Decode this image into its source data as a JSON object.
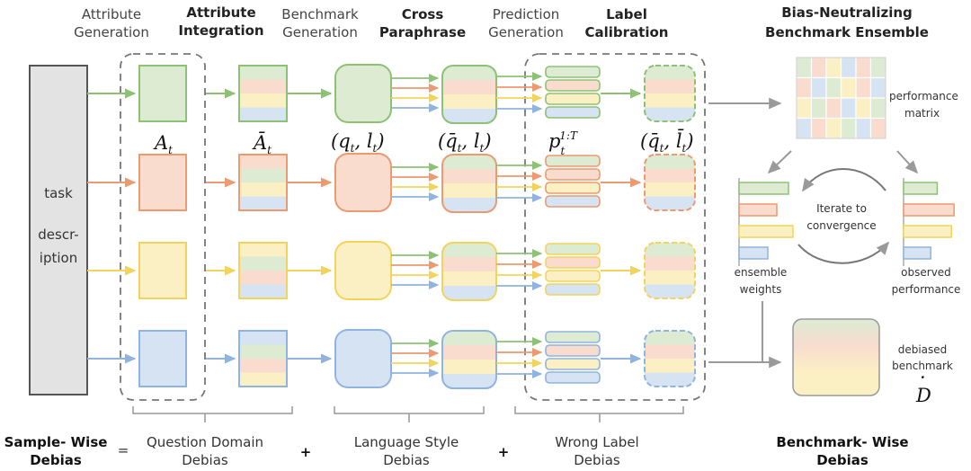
{
  "headers": {
    "attr_gen": [
      "Attribute",
      "Generation"
    ],
    "attr_int": [
      "Attribute",
      "Integration"
    ],
    "bench_gen": [
      "Benchmark",
      "Generation"
    ],
    "cross_para": [
      "Cross",
      "Paraphrase"
    ],
    "pred_gen": [
      "Prediction",
      "Generation"
    ],
    "label_cal": [
      "Label",
      "Calibration"
    ],
    "bias_neutral": [
      "Bias-Neutralizing",
      "Benchmark Ensemble"
    ]
  },
  "task_lines": [
    "task",
    "descr-",
    "iption"
  ],
  "math": {
    "a": "A",
    "a_sub": "t",
    "abar": "Ā",
    "abar_sub": "t",
    "q": "(q",
    "q_mid": ", l",
    "q_close": ")",
    "qbar": "(q̄",
    "qbar_mid": ", l",
    "qbar_close": ")",
    "p": "p",
    "p_sup": "1:T",
    "p_sub": "t",
    "qlbar": "(q̄",
    "qlbar_mid": ", l̄",
    "qlbar_close": ")",
    "sub_t": "t",
    "d": "D",
    "d_dot": "·"
  },
  "labels": {
    "perf_matrix": [
      "performance",
      "matrix"
    ],
    "iterate": [
      "Iterate to",
      "convergence"
    ],
    "ensemble": [
      "ensemble",
      "weights"
    ],
    "observed": [
      "observed",
      "performance"
    ],
    "debiased": [
      "debiased",
      "benchmark"
    ]
  },
  "footer": {
    "sample_wise": [
      "Sample- Wise",
      "Debias"
    ],
    "equals": "=",
    "question_domain": [
      "Question Domain",
      "Debias"
    ],
    "plus1": "+",
    "language_style": [
      "Language Style",
      "Debias"
    ],
    "plus2": "+",
    "wrong_label": [
      "Wrong Label",
      "Debias"
    ],
    "benchmark_wise": [
      "Benchmark- Wise",
      "Debias"
    ]
  },
  "colors": {
    "green_fill": "#dcebd2",
    "green_stroke": "#8dc274",
    "orange_fill": "#f9dccd",
    "orange_stroke": "#ec9a70",
    "yellow_fill": "#fbf0c4",
    "yellow_stroke": "#f2d45c",
    "blue_fill": "#d5e3f3",
    "blue_stroke": "#8fb4e0",
    "gray": "#9a9a9a"
  },
  "matrix": {
    "rows": 4,
    "cols": 6,
    "cells": [
      [
        "green",
        "orange",
        "yellow",
        "blue",
        "orange",
        "green"
      ],
      [
        "orange",
        "blue",
        "green",
        "yellow",
        "orange",
        "blue"
      ],
      [
        "yellow",
        "green",
        "orange",
        "blue",
        "yellow",
        "green"
      ],
      [
        "blue",
        "orange",
        "yellow",
        "green",
        "blue",
        "orange"
      ]
    ]
  },
  "bars": {
    "ensemble_weights": [
      0.55,
      0.42,
      0.6,
      0.32
    ],
    "observed_performance": [
      0.52,
      0.78,
      0.74,
      0.42
    ]
  }
}
